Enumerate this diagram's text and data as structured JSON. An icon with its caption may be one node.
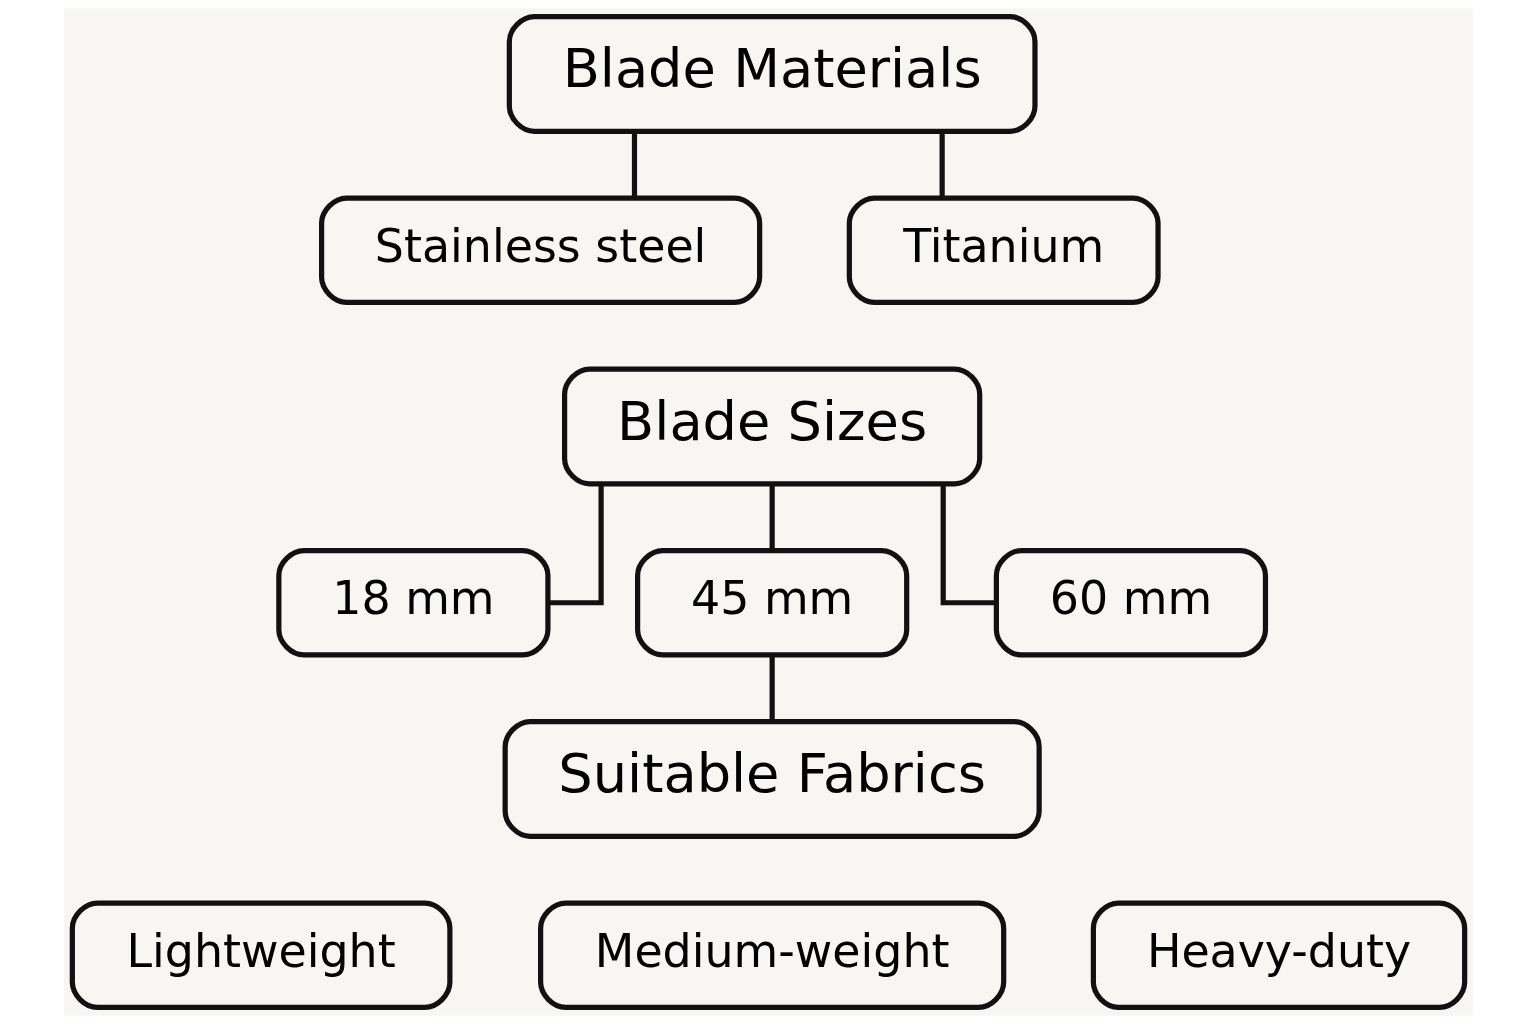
{
  "diagram": {
    "nodes": [
      {
        "text": [
          "Blade Materials"
        ]
      },
      {
        "text": [
          "Stainless steel"
        ]
      },
      {
        "text": [
          "Titanium"
        ]
      },
      {
        "text": [
          "Blade Sizes"
        ]
      },
      {
        "text": [
          "18 mm"
        ]
      },
      {
        "text": [
          "45 mm"
        ]
      },
      {
        "text": [
          "60 mm"
        ]
      },
      {
        "text": [
          "Suitable Fabrics"
        ]
      },
      {
        "text": [
          "Lightweight"
        ]
      },
      {
        "text": [
          "Medium-weight"
        ]
      },
      {
        "text": [
          "Heavy-duty"
        ]
      }
    ],
    "edges": [
      {
        "from": 0,
        "to": 1,
        "arrow": "none"
      },
      {
        "from": 0,
        "to": 2,
        "arrow": "none"
      },
      {
        "from": 3,
        "to": 4,
        "arrow": "none"
      },
      {
        "from": 3,
        "to": 5,
        "arrow": "none"
      },
      {
        "from": 3,
        "to": 6,
        "arrow": "none"
      },
      {
        "from": 5,
        "to": 7,
        "arrow": "none"
      }
    ]
  }
}
